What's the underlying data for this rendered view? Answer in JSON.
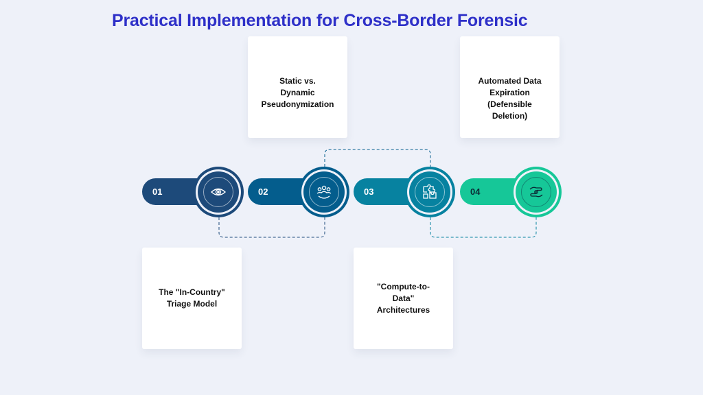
{
  "title": "Practical Implementation for Cross-Border Forensic",
  "steps": [
    {
      "number": "01",
      "label": "The \"In-Country\" Triage Model",
      "icon": "eye-icon",
      "color": "#1d4a7a",
      "card_position": "bottom"
    },
    {
      "number": "02",
      "label": "Static vs. Dynamic Pseudonymization",
      "icon": "people-group-icon",
      "color": "#045d8d",
      "card_position": "top"
    },
    {
      "number": "03",
      "label": "\"Compute-to-Data\" Architectures",
      "icon": "puzzle-icon",
      "color": "#0782a0",
      "card_position": "bottom"
    },
    {
      "number": "04",
      "label": "Automated Data Expiration (Defensible Deletion)",
      "icon": "hand-money-icon",
      "color": "#16c798",
      "card_position": "top"
    }
  ],
  "colors": {
    "background": "#eef1f9",
    "title": "#2e30c8",
    "card": "#ffffff"
  }
}
